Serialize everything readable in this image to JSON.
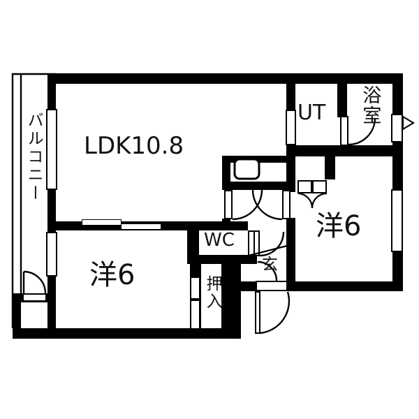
{
  "floorplan": {
    "type": "apartment-floorplan",
    "colors": {
      "wall": "#000000",
      "floor": "#ffffff",
      "text": "#111111"
    },
    "rooms": {
      "ldk": {
        "label": "LDK10.8"
      },
      "balcony": {
        "label": "バルコニー"
      },
      "ut": {
        "label": "UT"
      },
      "bath": {
        "label": "浴室"
      },
      "western_right": {
        "label": "洋6"
      },
      "western_left": {
        "label": "洋6"
      },
      "wc": {
        "label": "WC"
      },
      "entrance": {
        "label": "玄"
      },
      "closet": {
        "label": "押入"
      }
    }
  }
}
